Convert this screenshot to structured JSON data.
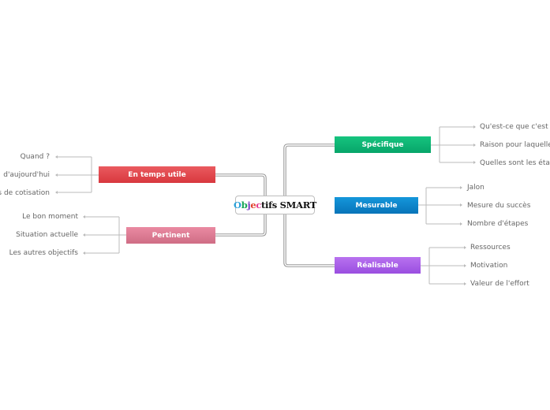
{
  "central": {
    "title": "Objectifs SMART",
    "letters": [
      {
        "ch": "O",
        "color": "#2aa0d8"
      },
      {
        "ch": "b",
        "color": "#18a558"
      },
      {
        "ch": "j",
        "color": "#7b3fc4"
      },
      {
        "ch": "e",
        "color": "#e0402b"
      },
      {
        "ch": "c",
        "color": "#e6378f"
      },
      {
        "ch": "tifs SMART",
        "color": "#111111"
      }
    ]
  },
  "branches": {
    "specifique": {
      "label": "Spécifique",
      "color": "#0bb073",
      "items": [
        "Qu'est-ce que c'est",
        "Raison pour laquelle",
        "Quelles sont les éta"
      ]
    },
    "mesurable": {
      "label": "Mesurable",
      "color": "#0c85c9",
      "items": [
        "Jalon",
        "Mesure du succès",
        "Nombre d'étapes"
      ]
    },
    "realisable": {
      "label": "Réalisable",
      "color": "#a65ee6",
      "items": [
        "Ressources",
        "Motivation",
        "Valeur de l'effort"
      ]
    },
    "en_temps_utile": {
      "label": "En temps utile",
      "color": "#e04449",
      "items": [
        "Quand ?",
        "d'aujourd'hui",
        "s de cotisation"
      ]
    },
    "pertinent": {
      "label": "Pertinent",
      "color": "#dd7c94",
      "items": [
        "Le bon moment",
        "Situation actuelle",
        "Les autres objectifs"
      ]
    }
  }
}
